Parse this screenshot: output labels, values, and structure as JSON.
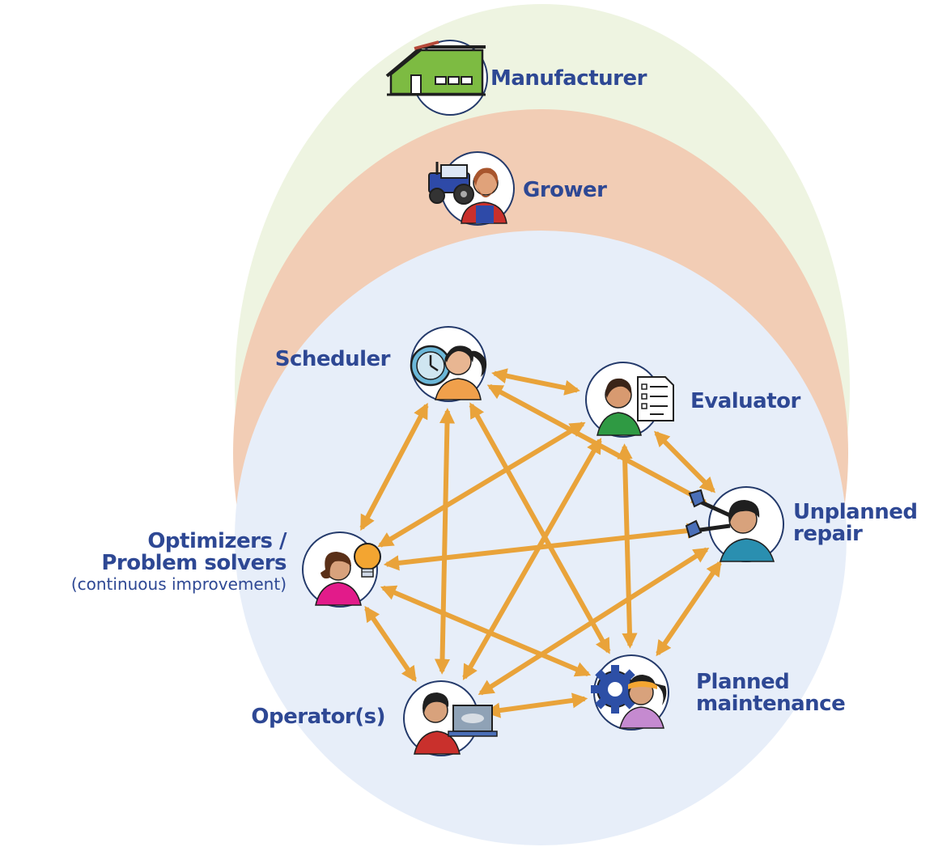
{
  "labels": {
    "manufacturer": "Manufacturer",
    "grower": "Grower",
    "scheduler": "Scheduler",
    "evaluator": "Evaluator",
    "unplanned_repair_line1": "Unplanned",
    "unplanned_repair_line2": "repair",
    "optimizers_line1": "Optimizers /",
    "optimizers_line2": "Problem solvers",
    "optimizers_sub": "(continuous improvement)",
    "operators": "Operator(s)",
    "planned_maintenance_line1": "Planned",
    "planned_maintenance_line2": "maintenance"
  },
  "colors": {
    "manufacturer_zone": "#eef4e1",
    "grower_zone": "#f2cdb5",
    "team_zone": "#e7eef9",
    "arrow": "#e9a33a",
    "label": "#2e4894",
    "node_border": "#243a6b"
  },
  "icons": {
    "manufacturer": "factory-icon",
    "grower": "farmer-tractor-icon",
    "scheduler": "clock-person-icon",
    "evaluator": "checklist-person-icon",
    "unplanned_repair": "wrench-person-icon",
    "optimizers": "lightbulb-person-icon",
    "operators": "laptop-person-icon",
    "planned_maintenance": "gear-person-icon"
  },
  "connections": [
    [
      "scheduler",
      "evaluator"
    ],
    [
      "scheduler",
      "unplanned_repair"
    ],
    [
      "scheduler",
      "optimizers"
    ],
    [
      "scheduler",
      "operators"
    ],
    [
      "scheduler",
      "planned_maintenance"
    ],
    [
      "evaluator",
      "unplanned_repair"
    ],
    [
      "evaluator",
      "optimizers"
    ],
    [
      "evaluator",
      "operators"
    ],
    [
      "evaluator",
      "planned_maintenance"
    ],
    [
      "unplanned_repair",
      "optimizers"
    ],
    [
      "unplanned_repair",
      "operators"
    ],
    [
      "unplanned_repair",
      "planned_maintenance"
    ],
    [
      "optimizers",
      "operators"
    ],
    [
      "optimizers",
      "planned_maintenance"
    ],
    [
      "operators",
      "planned_maintenance"
    ]
  ]
}
